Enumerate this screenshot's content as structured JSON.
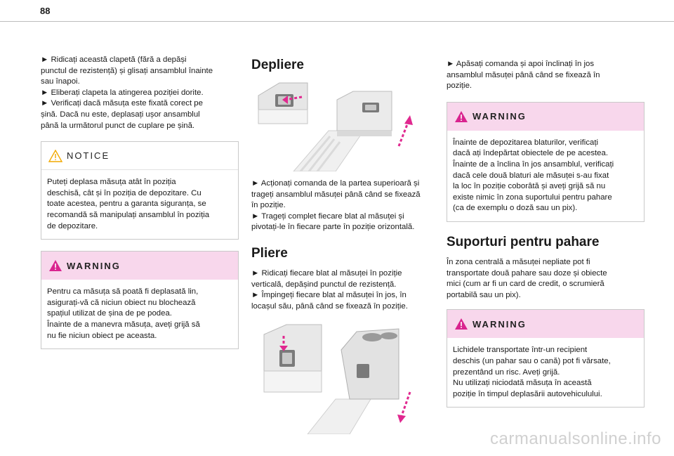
{
  "page": {
    "number": "88",
    "watermark": "carmanualsonline.info"
  },
  "col1": {
    "intro": [
      "► Ridicați această clapetă (fără a depăși",
      "punctul de rezistență) și glisați ansamblul înainte",
      "sau înapoi.",
      "► Eliberați clapeta la atingerea poziției dorite.",
      "► Verificați dacă măsuța este fixată corect pe",
      "șină. Dacă nu este, deplasați ușor ansamblul",
      "până la următorul punct de cuplare pe șină."
    ],
    "notice_title": "NOTICE",
    "notice_body": [
      "Puteți deplasa măsuța atât în poziția",
      "deschisă, cât și în poziția de depozitare. Cu",
      "toate acestea, pentru a garanta siguranța, se",
      "recomandă să manipulați ansamblul în poziția",
      "de depozitare."
    ],
    "warning_title": "WARNING",
    "warning_body": [
      "Pentru ca măsuța să poată fi deplasată lin,",
      "asigurați-vă că niciun obiect nu blochează",
      "spațiul utilizat de șina de pe podea.",
      "Înainte de a manevra măsuța, aveți grijă să",
      "nu fie niciun obiect pe aceasta."
    ]
  },
  "col2": {
    "heading1": "Depliere",
    "para1": [
      "► Acționați comanda de la partea superioară și",
      "trageți ansamblul măsuței până când se fixează",
      "în poziție.",
      "► Trageți complet fiecare blat al măsuței și",
      "pivotați-le în fiecare parte în poziție orizontală."
    ],
    "heading2": "Pliere",
    "para2": [
      "► Ridicați fiecare blat al măsuței în poziție",
      "verticală, depășind punctul de rezistență.",
      "► Împingeți fiecare blat al măsuței în jos, în",
      "locașul său, până când se fixează în poziție."
    ]
  },
  "col3": {
    "intro": [
      "► Apăsați comanda și apoi înclinați în jos",
      "ansamblul măsuței până când se fixează în",
      "poziție."
    ],
    "warning1_title": "WARNING",
    "warning1_body": [
      "Înainte de depozitarea blaturilor, verificați",
      "dacă ați îndepărtat obiectele de pe acestea.",
      "Înainte de a înclina în jos ansamblul, verificați",
      "dacă cele două blaturi ale măsuței s-au fixat",
      "la loc în poziție coborâtă și aveți grijă să nu",
      "existe nimic în zona suportului pentru pahare",
      "(ca de exemplu o doză sau un pix)."
    ],
    "heading": "Suporturi pentru pahare",
    "para": [
      "În zona centrală a măsuței nepliate pot fi",
      "transportate două pahare sau doze și obiecte",
      "mici (cum ar fi un card de credit, o scrumieră",
      "portabilă sau un pix)."
    ],
    "warning2_title": "WARNING",
    "warning2_body": [
      "Lichidele transportate într-un recipient",
      "deschis (un pahar sau o cană) pot fi vărsate,",
      "prezentând un risc. Aveți grijă.",
      "Nu utilizați niciodată măsuța în această",
      "poziție în timpul deplasării autovehiculului."
    ]
  },
  "colors": {
    "warning_bg": "#f8d7ec",
    "warning_icon": "#d9248f",
    "notice_icon": "#f2a900",
    "arrow_accent": "#e0288f"
  }
}
